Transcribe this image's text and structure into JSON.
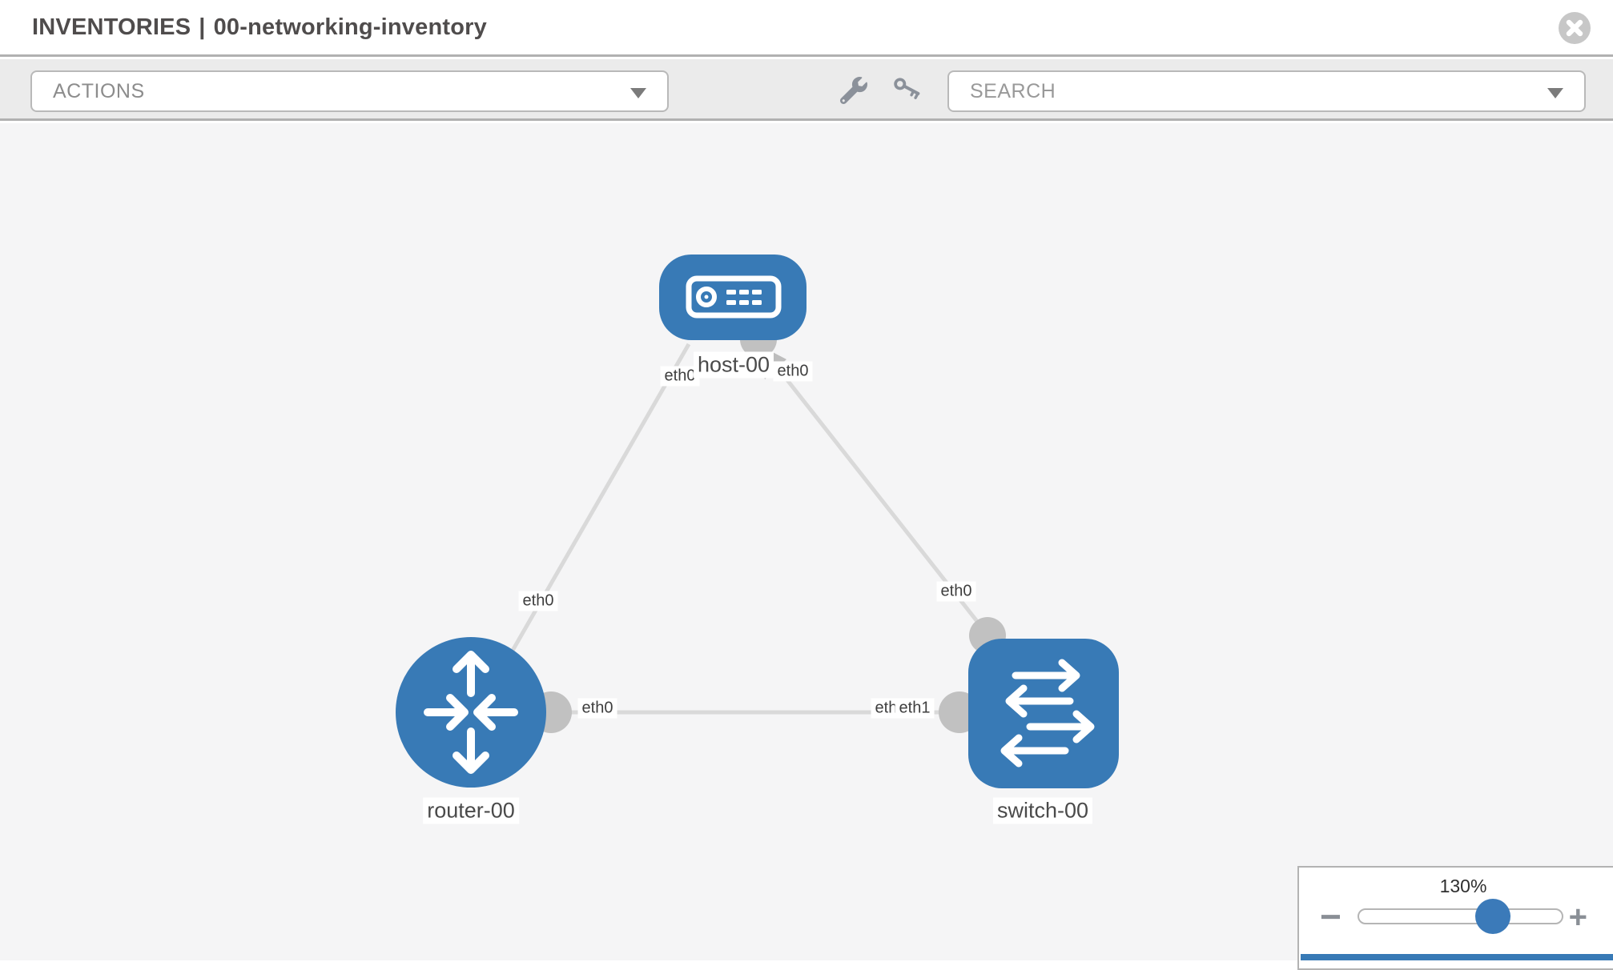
{
  "header": {
    "section": "INVENTORIES",
    "separator": "|",
    "inventory_name": "00-networking-inventory"
  },
  "toolbar": {
    "actions_label": "ACTIONS",
    "search_label": "SEARCH",
    "tool_icons": [
      "wrench-icon",
      "key-icon"
    ]
  },
  "graph": {
    "nodes": [
      {
        "id": "host-00",
        "label": "host-00",
        "type": "host",
        "shape": "rounded-rect"
      },
      {
        "id": "router-00",
        "label": "router-00",
        "type": "router",
        "shape": "circle"
      },
      {
        "id": "switch-00",
        "label": "switch-00",
        "type": "switch",
        "shape": "rounded-square"
      }
    ],
    "edges": [
      {
        "from": "host-00",
        "to": "router-00",
        "from_interface": "eth0",
        "to_interface": "eth0"
      },
      {
        "from": "host-00",
        "to": "switch-00",
        "from_interface": "eth0",
        "to_interface": "eth0"
      },
      {
        "from": "router-00",
        "to": "switch-00",
        "from_interface": "eth0",
        "to_interface": "eth1"
      }
    ],
    "interface_labels": {
      "host_router_near_host": "eth0",
      "host_router_mid": "eth0",
      "host_switch_near_host": "eth0",
      "host_switch_near_switch": "eth0",
      "router_switch_near_router": "eth0",
      "router_switch_near_switch_under": "eth0",
      "router_switch_near_switch_over": "eth1"
    }
  },
  "zoom_control": {
    "level": "130%",
    "minus_label": "−",
    "plus_label": "+"
  },
  "colors": {
    "node_blue": "#387ab6",
    "edge_gray": "#d9d9d9",
    "connector_gray": "#c1c1c1",
    "toolbar_bg": "#ebebeb",
    "canvas_bg": "#f5f5f6",
    "border_gray": "#b1b1b1",
    "icon_gray": "#8b919a"
  }
}
